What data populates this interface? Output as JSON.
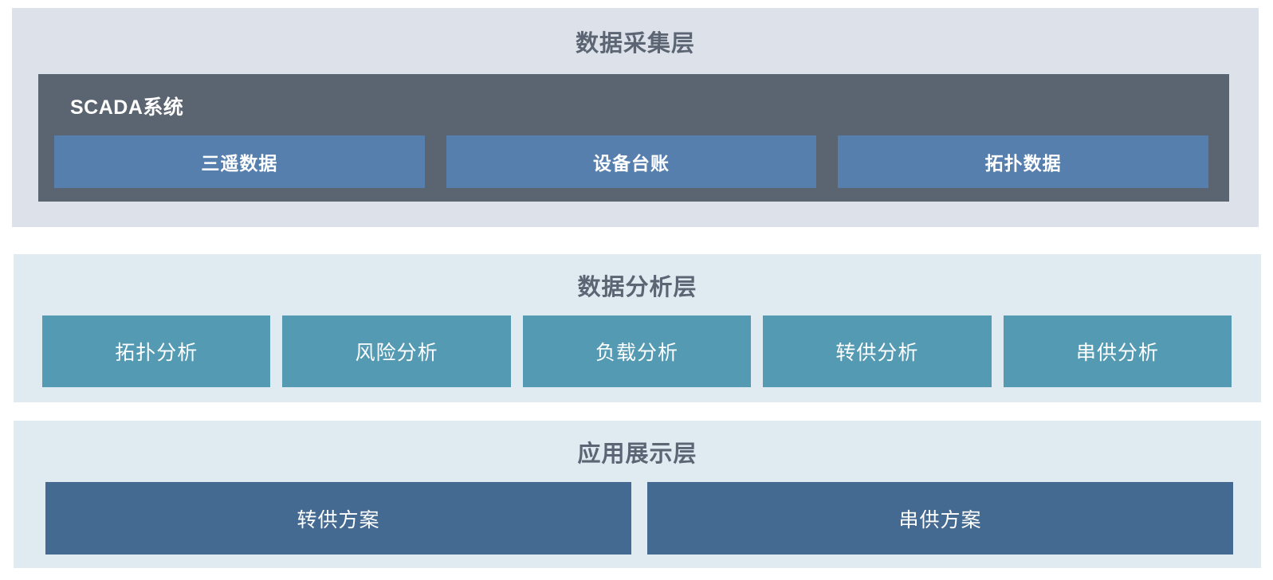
{
  "diagram": {
    "layers": {
      "acquisition": {
        "title": "数据采集层",
        "scada": {
          "label": "SCADA系统",
          "items": [
            "三遥数据",
            "设备台账",
            "拓扑数据"
          ]
        }
      },
      "analysis": {
        "title": "数据分析层",
        "items": [
          "拓扑分析",
          "风险分析",
          "负载分析",
          "转供分析",
          "串供分析"
        ]
      },
      "application": {
        "title": "应用展示层",
        "items": [
          "转供方案",
          "串供方案"
        ]
      }
    },
    "colors": {
      "page_background": "#ffffff",
      "acquisition_panel_background": "#dde1e9",
      "analysis_panel_background": "#dfeaf1",
      "application_panel_background": "#dfeaf1",
      "scada_container": "#5b6572",
      "scada_item": "#567fae",
      "analysis_item": "#539ab2",
      "application_item": "#456a92",
      "title_text": "#5b6573",
      "item_text": "#ffffff"
    }
  }
}
